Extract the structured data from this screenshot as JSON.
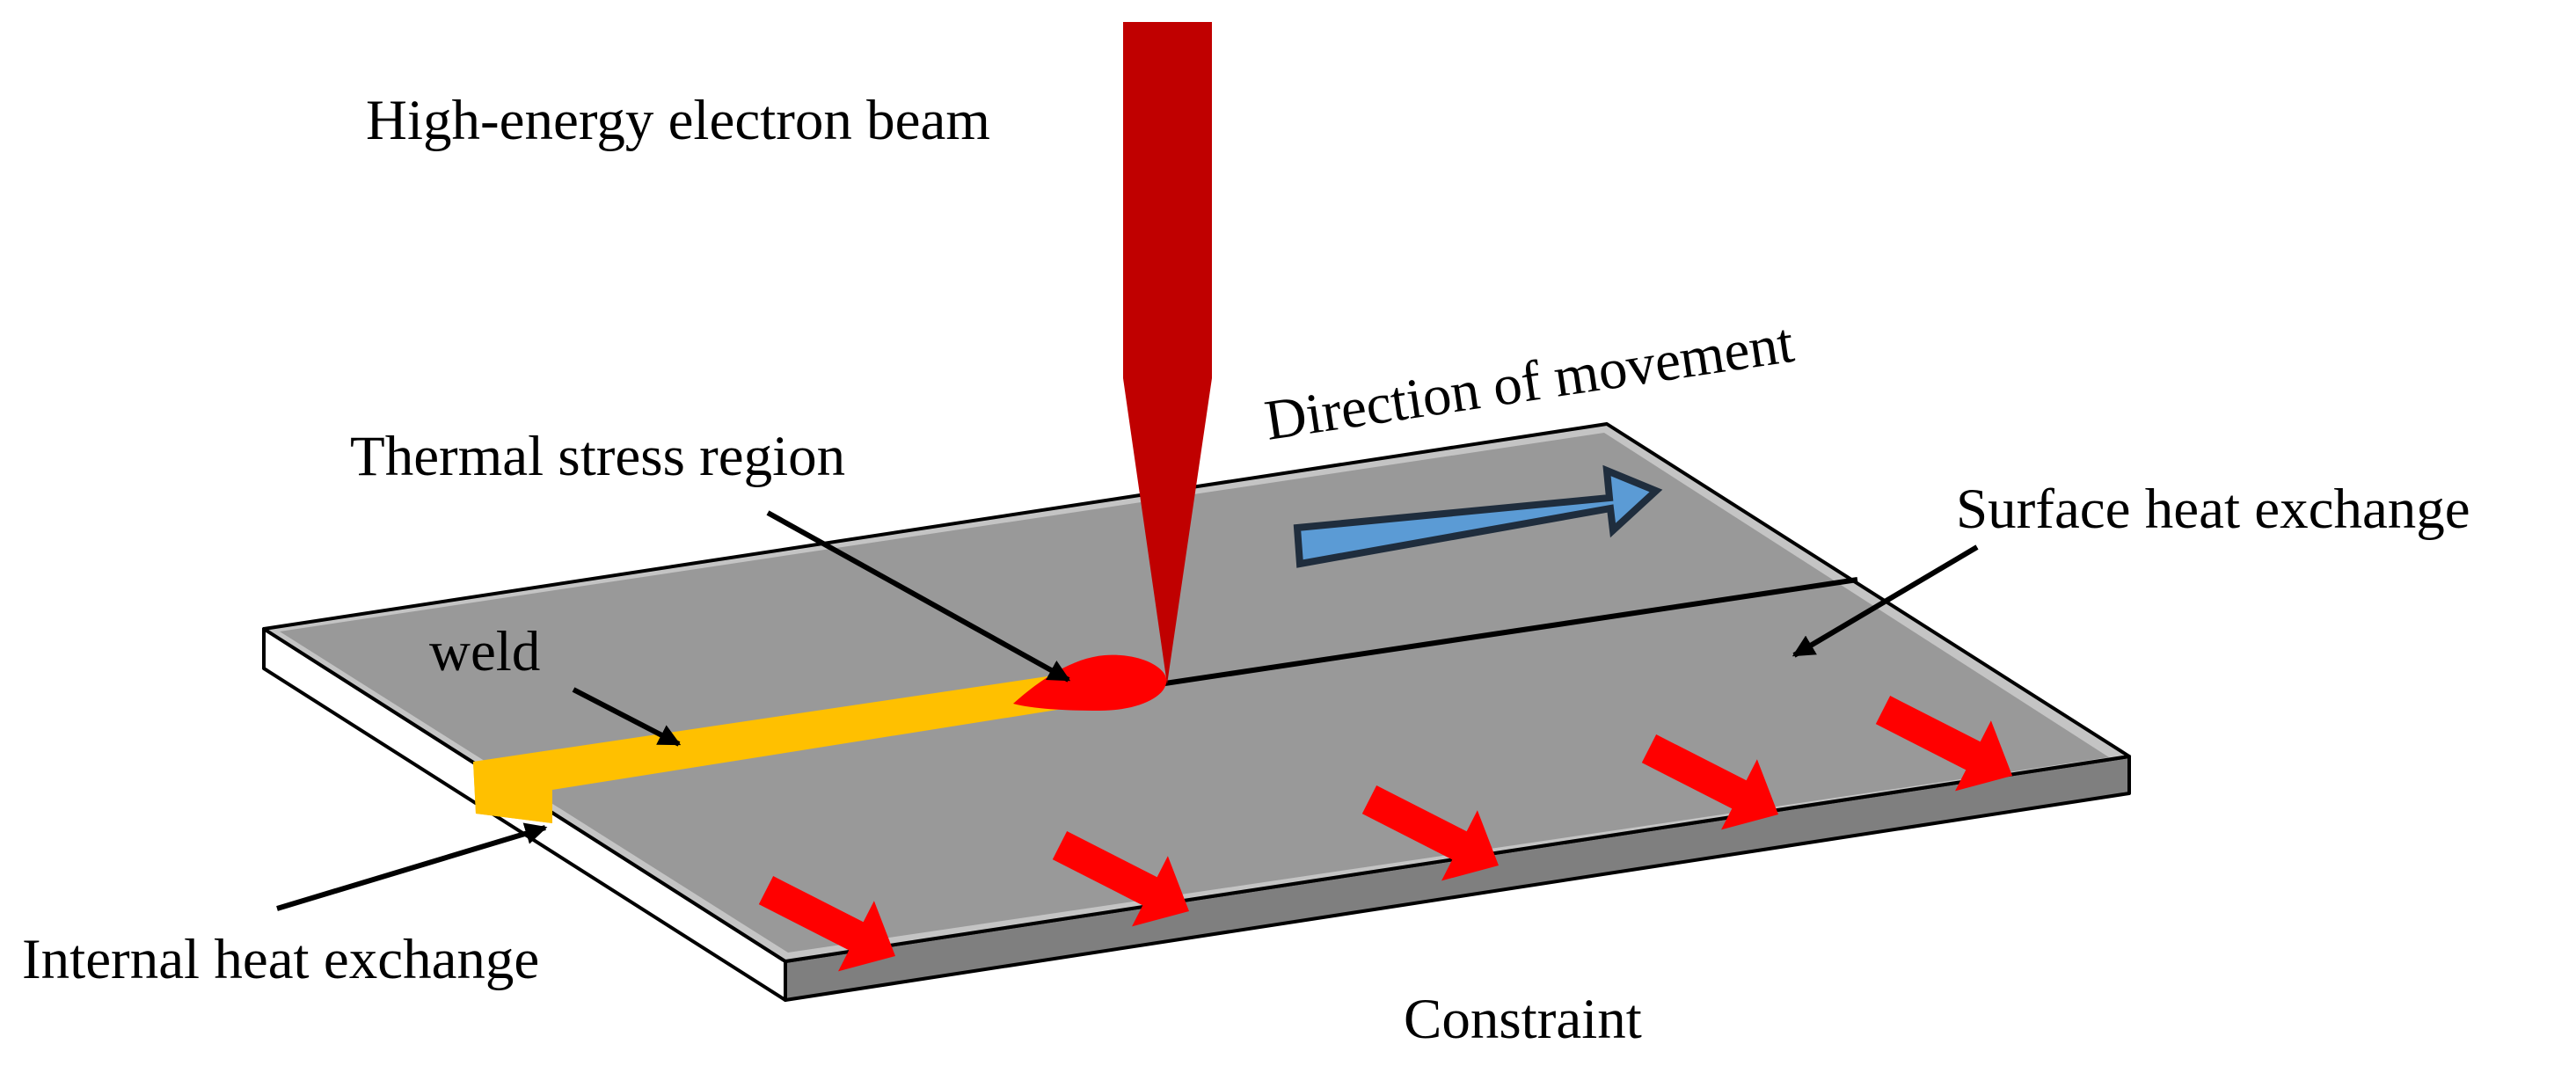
{
  "labels": {
    "beam": "High-energy electron beam",
    "thermal_stress": "Thermal stress region",
    "direction": "Direction of movement",
    "surface_exchange": "Surface heat exchange",
    "weld": "weld",
    "internal_exchange": "Internal heat exchange",
    "constraint": "Constraint"
  },
  "colors": {
    "plate_top": "#999999",
    "plate_bevel": "#c4c4c4",
    "plate_front": "#7f7f7f",
    "plate_left_side": "#ffffff",
    "weld": "#ffc000",
    "beam": "#c00000",
    "melt_pool": "#ff0000",
    "direction_arrow": "#5b9bd5",
    "constraint_arrow": "#ff0000",
    "pointer": "#000000"
  },
  "icons": {
    "beam": "electron-beam-cone",
    "melt_pool": "melt-pool-teardrop",
    "direction": "block-arrow-right",
    "constraint": "block-arrow-up-right"
  }
}
